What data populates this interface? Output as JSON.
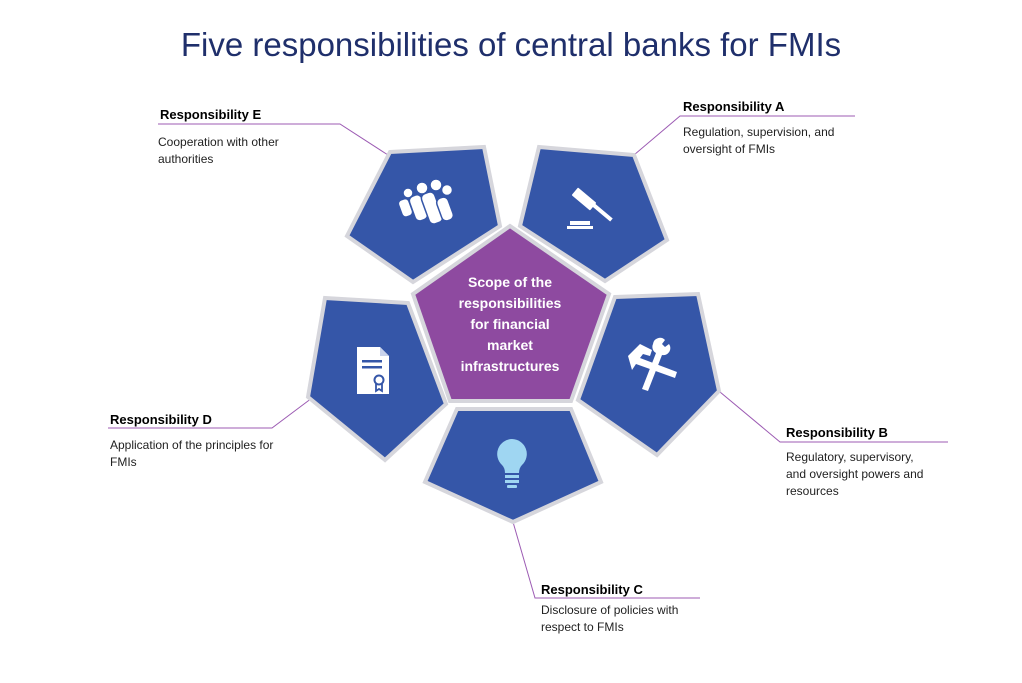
{
  "title": "Five responsibilities of central banks for FMIs",
  "center": {
    "lines": [
      "Scope of the",
      "responsibilities",
      "for financial",
      "market",
      "infrastructures"
    ]
  },
  "colors": {
    "title": "#1f2f6b",
    "pentagon_fill": "#3556a8",
    "pentagon_stroke": "#d6d6dc",
    "center_fill": "#8e4aa0",
    "icon": "#ffffff",
    "connector": "#9c5bb3"
  },
  "responsibilities": {
    "a": {
      "title": "Responsibility A",
      "desc": [
        "Regulation, supervision, and",
        "oversight of FMIs"
      ],
      "icon": "gavel-icon"
    },
    "b": {
      "title": "Responsibility B",
      "desc": [
        "Regulatory, supervisory,",
        "and oversight powers and",
        "resources"
      ],
      "icon": "tools-icon"
    },
    "c": {
      "title": "Responsibility C",
      "desc": [
        "Disclosure of policies with",
        "respect to FMIs"
      ],
      "icon": "lightbulb-icon"
    },
    "d": {
      "title": "Responsibility D",
      "desc": [
        "Application of the principles for",
        "FMIs"
      ],
      "icon": "certificate-document-icon"
    },
    "e": {
      "title": "Responsibility E",
      "desc": [
        "Cooperation with other",
        "authorities"
      ],
      "icon": "people-group-icon"
    }
  }
}
